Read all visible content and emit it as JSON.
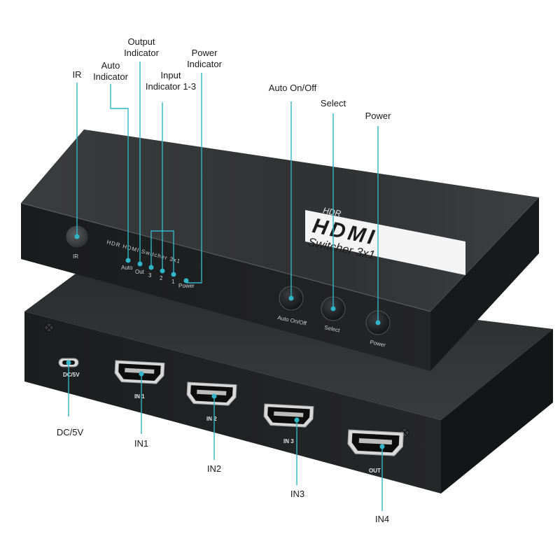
{
  "colors": {
    "accent": "#2fb6c8",
    "device_top": "#333436",
    "device_face": "#1f2022",
    "callout_text": "#1a1a1a"
  },
  "callouts": {
    "ir": "IR",
    "auto_indicator": [
      "Auto",
      "Indicator"
    ],
    "output_indicator": [
      "Output",
      "Indicator"
    ],
    "input_indicator": [
      "Input",
      "Indicator 1-3"
    ],
    "power_indicator": [
      "Power",
      "Indicator"
    ],
    "auto_onoff": "Auto On/Off",
    "select": "Select",
    "power": "Power",
    "dc5v": "DC/5V",
    "in1": "IN1",
    "in2": "IN2",
    "in3": "IN3",
    "in4": "IN4"
  },
  "front_panel": {
    "ir_label": "IR",
    "product_name": "HDR HDMI Switcher 3x1",
    "led_labels": [
      "Auto",
      "Out",
      "3",
      "2",
      "1",
      "Power"
    ],
    "button_labels": [
      "Auto On/Off",
      "Select",
      "Power"
    ],
    "logo_hdr": "HDR",
    "logo_hdmi": "HDMI",
    "logo_sub": "Switcher 3x1"
  },
  "back_panel": {
    "dc_label": "DC/5V",
    "port_labels": [
      "IN 1",
      "IN 2",
      "IN 3",
      "OUT"
    ]
  }
}
